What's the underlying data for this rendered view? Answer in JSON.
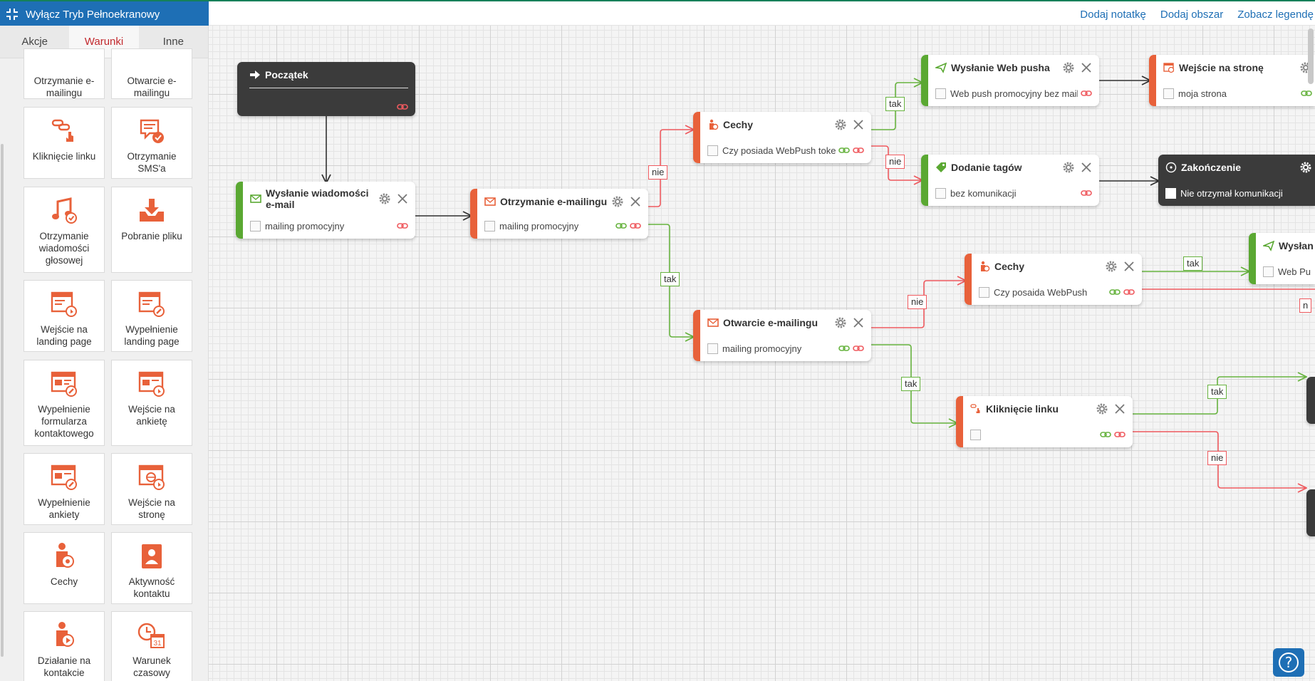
{
  "topbar": {
    "fullscreen_label": "Wyłącz Tryb Pełnoekranowy",
    "links": [
      "Dodaj notatkę",
      "Dodaj obszar",
      "Zobacz legendę"
    ]
  },
  "sidebar": {
    "tabs": [
      "Akcje",
      "Warunki",
      "Inne"
    ],
    "active_tab": "Warunki",
    "tiles": [
      "Otrzymanie e-mailingu",
      "Otwarcie e-mailingu",
      "Kliknięcie linku",
      "Otrzymanie SMS'a",
      "Otrzymanie wiadomości głosowej",
      "Pobranie pliku",
      "Wejście na landing page",
      "Wypełnienie landing page",
      "Wypełnienie formularza kontaktowego",
      "Wejście na ankietę",
      "Wypełnienie ankiety",
      "Wejście na stronę",
      "Cechy",
      "Aktywność kontaktu",
      "Działanie na kontakcie",
      "Warunek czasowy"
    ]
  },
  "nodes": [
    {
      "title": "Początek",
      "sub": ""
    },
    {
      "title": "Wysłanie wiadomości e-mail",
      "sub": "mailing promocyjny"
    },
    {
      "title": "Otrzymanie e-mailingu",
      "sub": "mailing promocyjny"
    },
    {
      "title": "Cechy",
      "sub": "Czy posiada WebPush token?"
    },
    {
      "title": "Wysłanie Web pusha",
      "sub": "Web push promocyjny bez maila"
    },
    {
      "title": "Wejście na stronę",
      "sub": "moja strona"
    },
    {
      "title": "Dodanie tagów",
      "sub": "bez komunikacji"
    },
    {
      "title": "Zakończenie",
      "sub": "Nie otrzymał komunikacji"
    },
    {
      "title": "Cechy",
      "sub": "Czy posaida WebPush"
    },
    {
      "title": "Wysłan",
      "sub": "Web Pu"
    },
    {
      "title": "Otwarcie e-mailingu",
      "sub": "mailing promocyjny"
    },
    {
      "title": "Kliknięcie linku",
      "sub": ""
    }
  ],
  "branch_labels": {
    "yes": "tak",
    "no": "nie",
    "no_cut": "n"
  },
  "colors": {
    "primary_blue": "#1e6fb5",
    "condition_orange": "#e8613a",
    "action_green": "#5aa832",
    "yes_link": "#67b33f",
    "no_link": "#ef5a5f",
    "dark_node": "#3b3b3b",
    "active_tab": "#c2292e"
  },
  "icons": {
    "fullscreen": "compress-icon",
    "help": "question-icon",
    "gear": "gear-icon",
    "close": "close-icon",
    "link": "chain-link-icon"
  }
}
